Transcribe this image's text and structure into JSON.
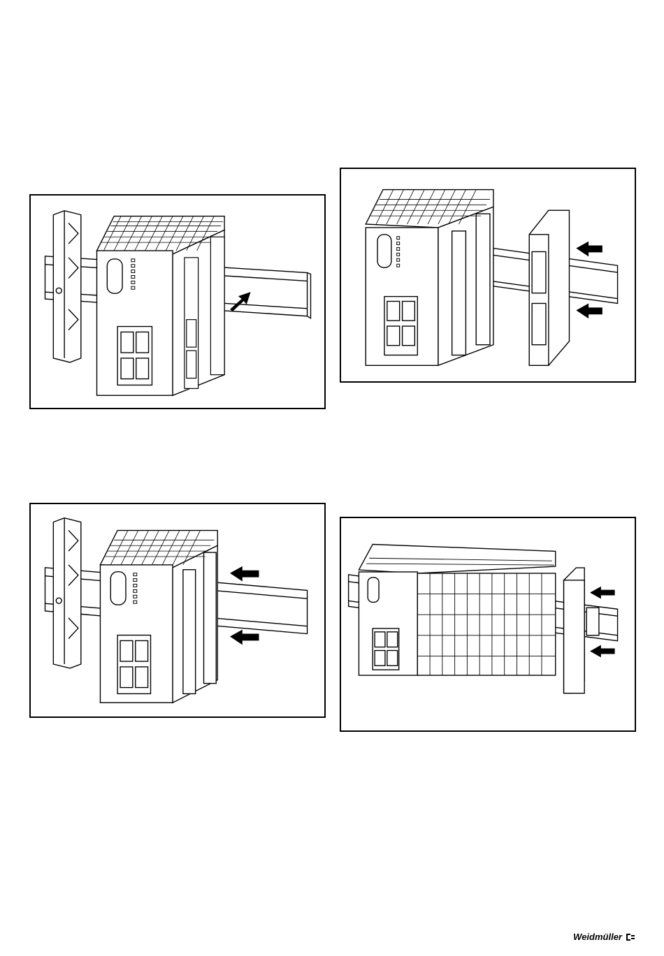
{
  "page": {
    "brand": "Weidmüller",
    "brand_icon": "weidmuller-logo-icon",
    "figures": [
      {
        "id": "fig-1",
        "icon": "din-rail-mount-step-1-illustration",
        "arrows": 1
      },
      {
        "id": "fig-2",
        "icon": "module-slide-on-illustration",
        "arrows": 2
      },
      {
        "id": "fig-3",
        "icon": "module-push-onto-rail-illustration",
        "arrows": 2
      },
      {
        "id": "fig-4",
        "icon": "end-bracket-attach-illustration",
        "arrows": 2
      }
    ]
  }
}
